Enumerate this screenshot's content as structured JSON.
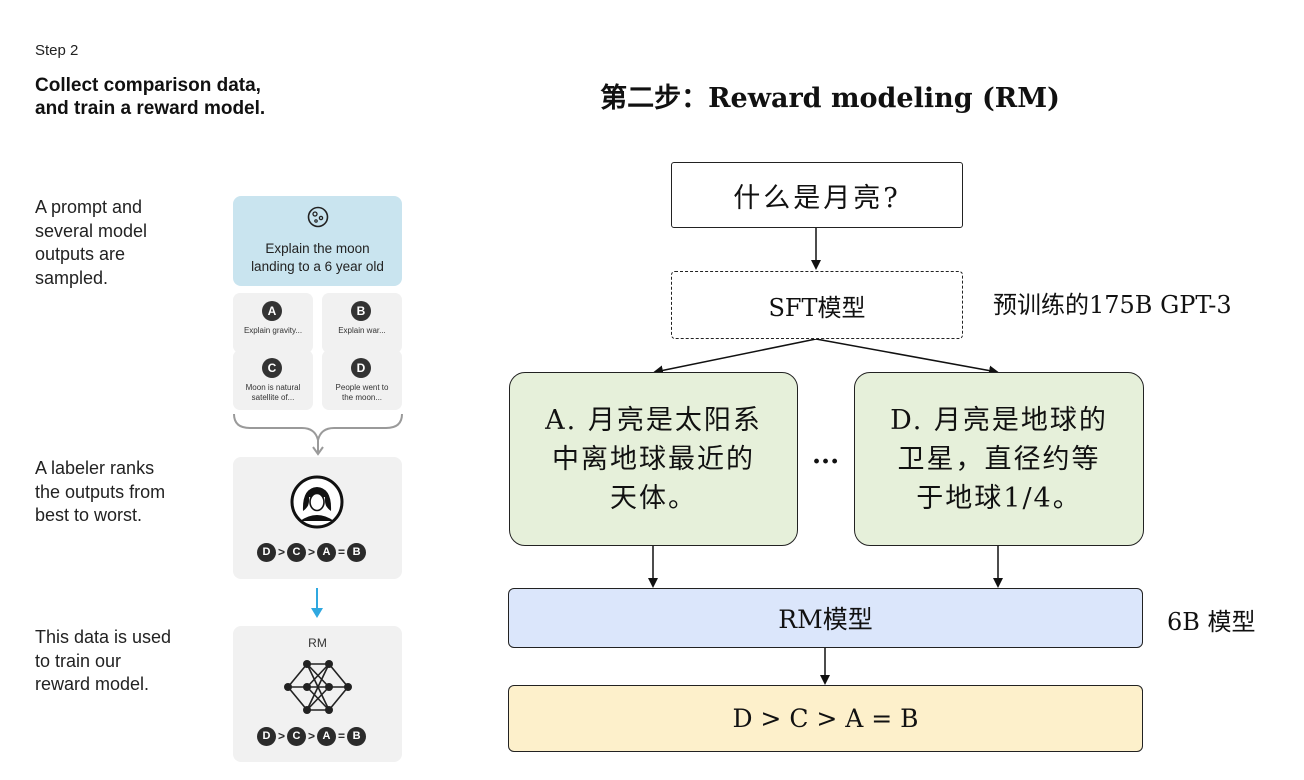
{
  "left": {
    "step_label": "Step 2",
    "title_line1": "Collect comparison data,",
    "title_line2": "and train a reward model.",
    "desc1": [
      "A prompt and",
      "several model",
      "outputs are",
      "sampled."
    ],
    "desc2": [
      "A labeler ranks",
      "the outputs from",
      "best to worst."
    ],
    "desc3": [
      "This data is used",
      "to train our",
      "reward model."
    ],
    "prompt_line1": "Explain the moon",
    "prompt_line2": "landing to a 6 year old",
    "options": [
      {
        "letter": "A",
        "line1": "Explain gravity...",
        "line2": ""
      },
      {
        "letter": "B",
        "line1": "Explain war...",
        "line2": ""
      },
      {
        "letter": "C",
        "line1": "Moon is natural",
        "line2": "satellite of..."
      },
      {
        "letter": "D",
        "line1": "People went to",
        "line2": "the moon..."
      }
    ],
    "ranking": [
      "D",
      ">",
      "C",
      ">",
      "A",
      "=",
      "B"
    ],
    "rm_label": "RM",
    "colors": {
      "prompt_bg": "#c9e4ef",
      "panel_bg": "#f1f1f1",
      "arrow": "#2fa8e0",
      "dark": "#2b2b2b"
    }
  },
  "right": {
    "title": "第二步：Reward modeling (RM)",
    "question": "什么是月亮?",
    "sft_label": "SFT模型",
    "sft_note": "预训练的175B GPT-3",
    "answer_a": [
      "A. 月亮是太阳系",
      "中离地球最近的",
      "天体。"
    ],
    "ellipsis": "...",
    "answer_d": [
      "D. 月亮是地球的",
      "卫星，直径约等",
      "于地球1/4。"
    ],
    "rm_label": "RM模型",
    "rm_note": "6B 模型",
    "ranking": "D > C > A = B",
    "colors": {
      "green": "#e6f0da",
      "blue": "#dbe6fb",
      "yellow": "#fdf0cb"
    }
  }
}
